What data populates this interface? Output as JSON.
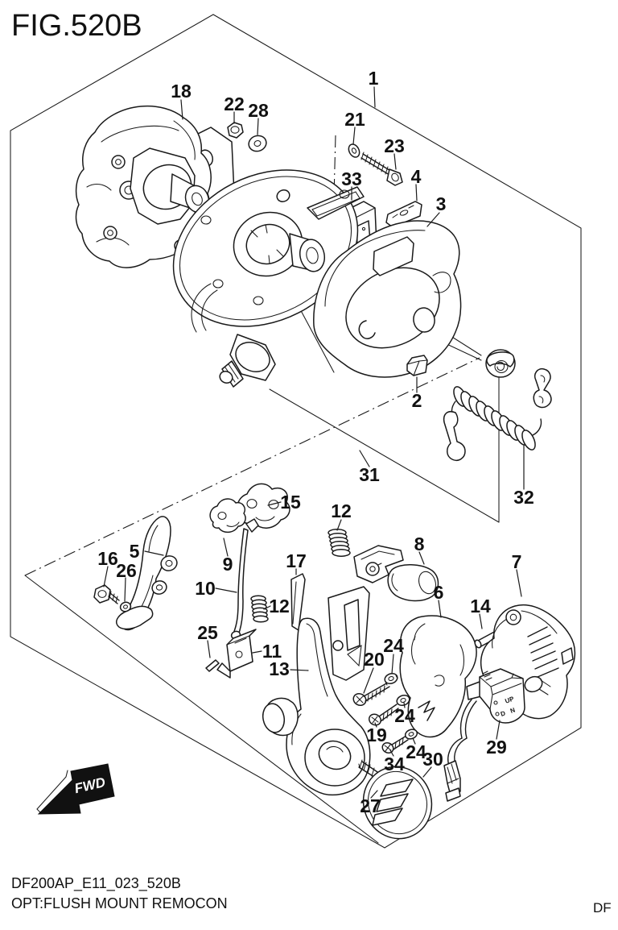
{
  "figure": {
    "title": "FIG.520B",
    "code": "DF200AP_E11_023_520B",
    "caption": "OPT:FLUSH MOUNT REMOCON",
    "corner_text": "DF"
  },
  "fwd_marker": {
    "label": "FWD"
  },
  "switch_labels": {
    "up": "UP",
    "d": "D",
    "n": "N"
  },
  "callouts": [
    {
      "part": "1",
      "label": "1"
    },
    {
      "part": "18",
      "label": "18"
    },
    {
      "part": "22",
      "label": "22"
    },
    {
      "part": "28",
      "label": "28"
    },
    {
      "part": "21",
      "label": "21"
    },
    {
      "part": "23",
      "label": "23"
    },
    {
      "part": "33",
      "label": "33"
    },
    {
      "part": "4",
      "label": "4"
    },
    {
      "part": "3",
      "label": "3"
    },
    {
      "part": "2",
      "label": "2"
    },
    {
      "part": "31",
      "label": "31"
    },
    {
      "part": "32",
      "label": "32"
    },
    {
      "part": "15",
      "label": "15"
    },
    {
      "part": "12a",
      "label": "12"
    },
    {
      "part": "5",
      "label": "5"
    },
    {
      "part": "16",
      "label": "16"
    },
    {
      "part": "26",
      "label": "26"
    },
    {
      "part": "9",
      "label": "9"
    },
    {
      "part": "10",
      "label": "10"
    },
    {
      "part": "17",
      "label": "17"
    },
    {
      "part": "8",
      "label": "8"
    },
    {
      "part": "7",
      "label": "7"
    },
    {
      "part": "6",
      "label": "6"
    },
    {
      "part": "14",
      "label": "14"
    },
    {
      "part": "12b",
      "label": "12"
    },
    {
      "part": "25",
      "label": "25"
    },
    {
      "part": "11",
      "label": "11"
    },
    {
      "part": "13",
      "label": "13"
    },
    {
      "part": "24a",
      "label": "24"
    },
    {
      "part": "20",
      "label": "20"
    },
    {
      "part": "24b",
      "label": "24"
    },
    {
      "part": "19",
      "label": "19"
    },
    {
      "part": "24c",
      "label": "24"
    },
    {
      "part": "34",
      "label": "34"
    },
    {
      "part": "30",
      "label": "30"
    },
    {
      "part": "29",
      "label": "29"
    },
    {
      "part": "27",
      "label": "27"
    }
  ]
}
